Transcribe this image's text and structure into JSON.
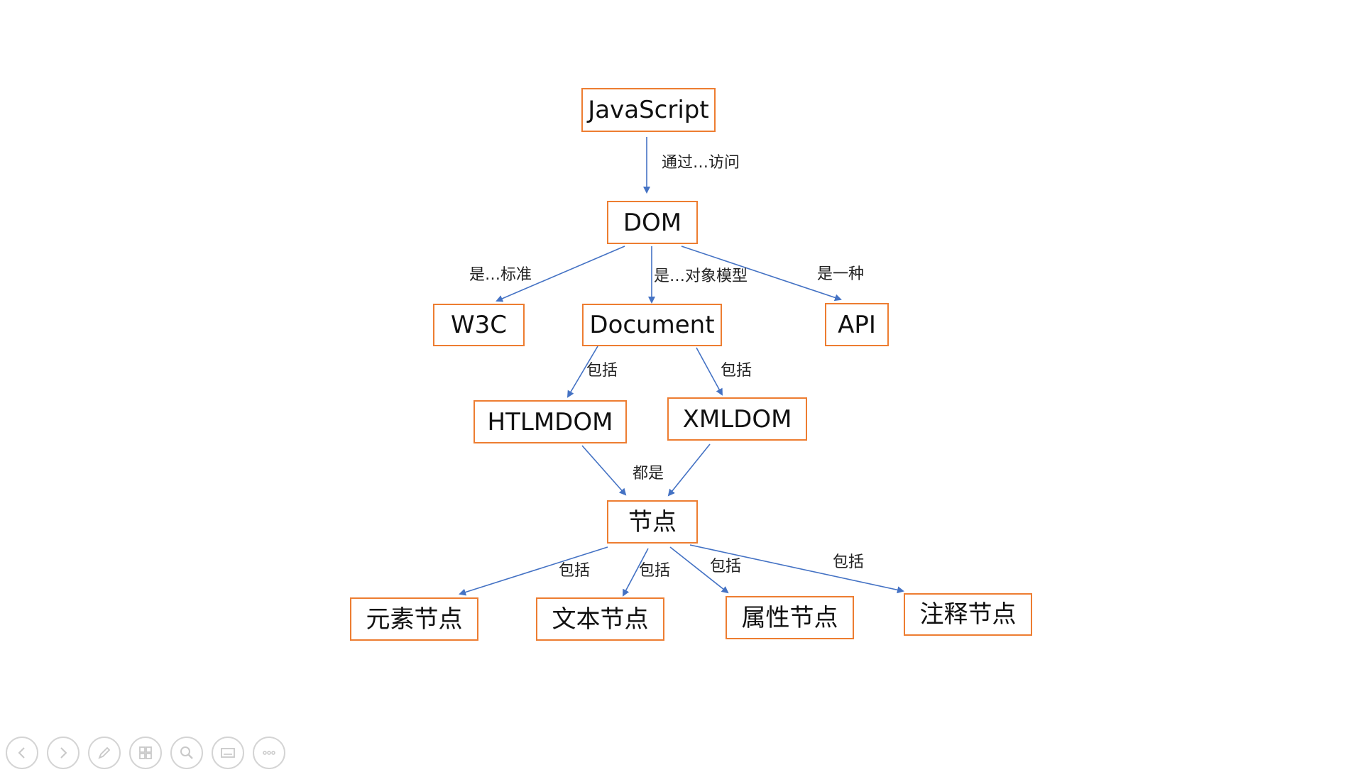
{
  "diagram": {
    "nodes": [
      {
        "id": "javascript",
        "label": "JavaScript"
      },
      {
        "id": "dom",
        "label": "DOM"
      },
      {
        "id": "w3c",
        "label": "W3C"
      },
      {
        "id": "document",
        "label": "Document"
      },
      {
        "id": "api",
        "label": "API"
      },
      {
        "id": "htmldom",
        "label": "HTLMDOM"
      },
      {
        "id": "xmldom",
        "label": "XMLDOM"
      },
      {
        "id": "node",
        "label": "节点"
      },
      {
        "id": "element-node",
        "label": "元素节点"
      },
      {
        "id": "text-node",
        "label": "文本节点"
      },
      {
        "id": "attribute-node",
        "label": "属性节点"
      },
      {
        "id": "comment-node",
        "label": "注释节点"
      }
    ],
    "edges": [
      {
        "id": "js-dom",
        "from": "javascript",
        "to": "dom",
        "label": "通过…访问"
      },
      {
        "id": "dom-w3c",
        "from": "dom",
        "to": "w3c",
        "label": "是…标准"
      },
      {
        "id": "dom-document",
        "from": "dom",
        "to": "document",
        "label": "是…对象模型"
      },
      {
        "id": "dom-api",
        "from": "dom",
        "to": "api",
        "label": "是一种"
      },
      {
        "id": "document-htmldom",
        "from": "document",
        "to": "htmldom",
        "label": "包括"
      },
      {
        "id": "document-xmldom",
        "from": "document",
        "to": "xmldom",
        "label": "包括"
      },
      {
        "id": "htmldom-node",
        "from": "htmldom",
        "to": "node",
        "label": "都是"
      },
      {
        "id": "xmldom-node",
        "from": "xmldom",
        "to": "node",
        "label": ""
      },
      {
        "id": "node-element",
        "from": "node",
        "to": "element-node",
        "label": "包括"
      },
      {
        "id": "node-text",
        "from": "node",
        "to": "text-node",
        "label": "包括"
      },
      {
        "id": "node-attribute",
        "from": "node",
        "to": "attribute-node",
        "label": "包括"
      },
      {
        "id": "node-comment",
        "from": "node",
        "to": "comment-node",
        "label": "包括"
      }
    ],
    "colors": {
      "node_border": "#ed7d31",
      "arrow": "#4472c4"
    }
  },
  "toolbar": {
    "buttons": [
      {
        "name": "previous-slide-button",
        "icon": "chevron-left-icon"
      },
      {
        "name": "next-slide-button",
        "icon": "chevron-right-icon"
      },
      {
        "name": "pen-tool-button",
        "icon": "pen-icon"
      },
      {
        "name": "slide-overview-button",
        "icon": "grid-icon"
      },
      {
        "name": "zoom-button",
        "icon": "magnifier-icon"
      },
      {
        "name": "subtitles-button",
        "icon": "subtitles-icon"
      },
      {
        "name": "more-options-button",
        "icon": "ellipsis-icon"
      }
    ]
  }
}
